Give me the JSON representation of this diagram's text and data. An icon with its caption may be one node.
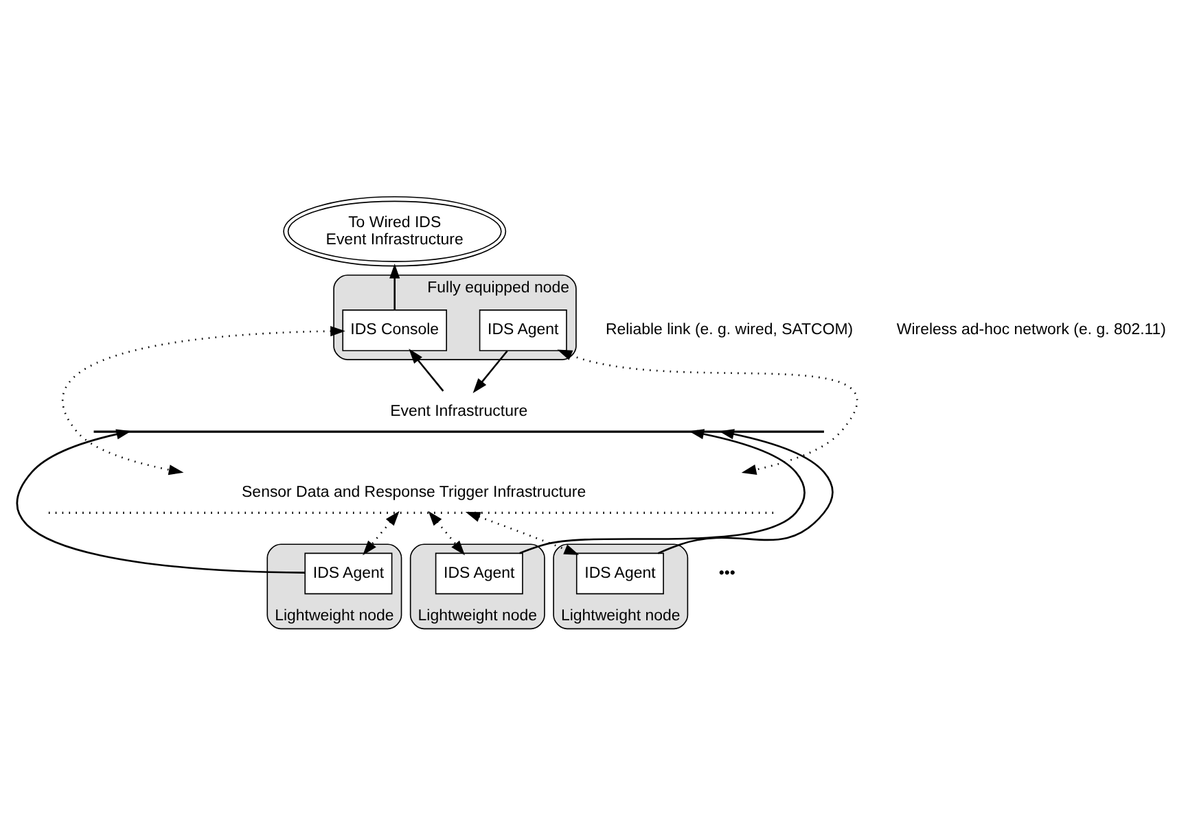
{
  "diagram": {
    "nodes": [
      {
        "text": [
          "To Wired IDS",
          "Event Infrastructure"
        ]
      },
      {
        "text": [
          "Fully equipped node"
        ]
      },
      {
        "text": [
          "IDS Agent"
        ],
        "in": 1
      },
      {
        "text": [
          "IDS Console"
        ],
        "in": 1
      },
      {
        "text": [
          "Event Infrastructure"
        ]
      },
      {
        "text": [
          "Sensor Data and Response Trigger Infrastructure"
        ]
      },
      {
        "text": [
          "Lightweight node"
        ]
      },
      {
        "text": [
          "IDS Agent"
        ],
        "in": 6
      },
      {
        "text": [
          "Lightweight node"
        ]
      },
      {
        "text": [
          "IDS Agent"
        ],
        "in": 8
      },
      {
        "text": [
          "Lightweight node"
        ]
      },
      {
        "text": [
          "IDS Agent"
        ],
        "in": 10
      }
    ],
    "edges": [
      {
        "from": 3,
        "to": 0,
        "arrow": "to"
      },
      {
        "from": 2,
        "to": 5,
        "arrow": "both",
        "style": "dashed"
      },
      {
        "from": 2,
        "to": 4,
        "arrow": "to"
      },
      {
        "from": 3,
        "to": 5,
        "arrow": "both",
        "style": "dashed"
      },
      {
        "from": 4,
        "to": 3,
        "arrow": "to"
      },
      {
        "from": 7,
        "to": 5,
        "arrow": "both",
        "style": "dashed"
      },
      {
        "from": 7,
        "to": 4,
        "arrow": "to"
      },
      {
        "from": 9,
        "to": 5,
        "arrow": "both",
        "style": "dashed"
      },
      {
        "from": 9,
        "to": 4,
        "arrow": "to"
      },
      {
        "from": 11,
        "to": 5,
        "arrow": "both",
        "style": "dashed"
      },
      {
        "from": 11,
        "to": 4,
        "arrow": "to"
      }
    ],
    "labels": [
      "Reliable link (e. g. wired, SATCOM)",
      "Wireless ad-hoc network (e. g. 802.11)",
      "•••"
    ]
  }
}
